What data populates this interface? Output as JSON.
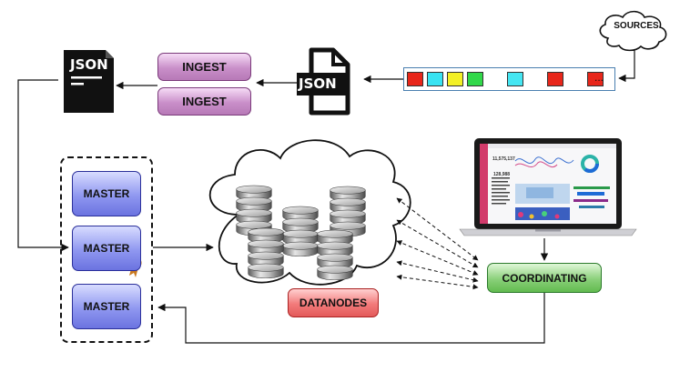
{
  "sources": {
    "label": "SOURCES"
  },
  "stream": {
    "colors": [
      "#e8261a",
      "#38e3f2",
      "#f3f025",
      "#31d84a",
      "#ffffff",
      "#45e6f2",
      "#ffffff",
      "#e8261a",
      "#ffffff",
      "#e8261a"
    ],
    "ellipsis": "..."
  },
  "json_docs": {
    "label": "JSON"
  },
  "ingest_nodes": [
    "INGEST",
    "INGEST"
  ],
  "master_nodes": [
    "MASTER",
    "MASTER",
    "MASTER"
  ],
  "datanodes": {
    "label": "DATANODES"
  },
  "coordinating": {
    "label": "COORDINATING"
  },
  "dashboard": {
    "metric_1": "11,575,137",
    "metric_2": "128,988"
  },
  "colors": {
    "ingest": "#c98fc9",
    "master": "#8f97f0",
    "datanodes": "#f27a7a",
    "coordinating": "#8ad07a"
  }
}
